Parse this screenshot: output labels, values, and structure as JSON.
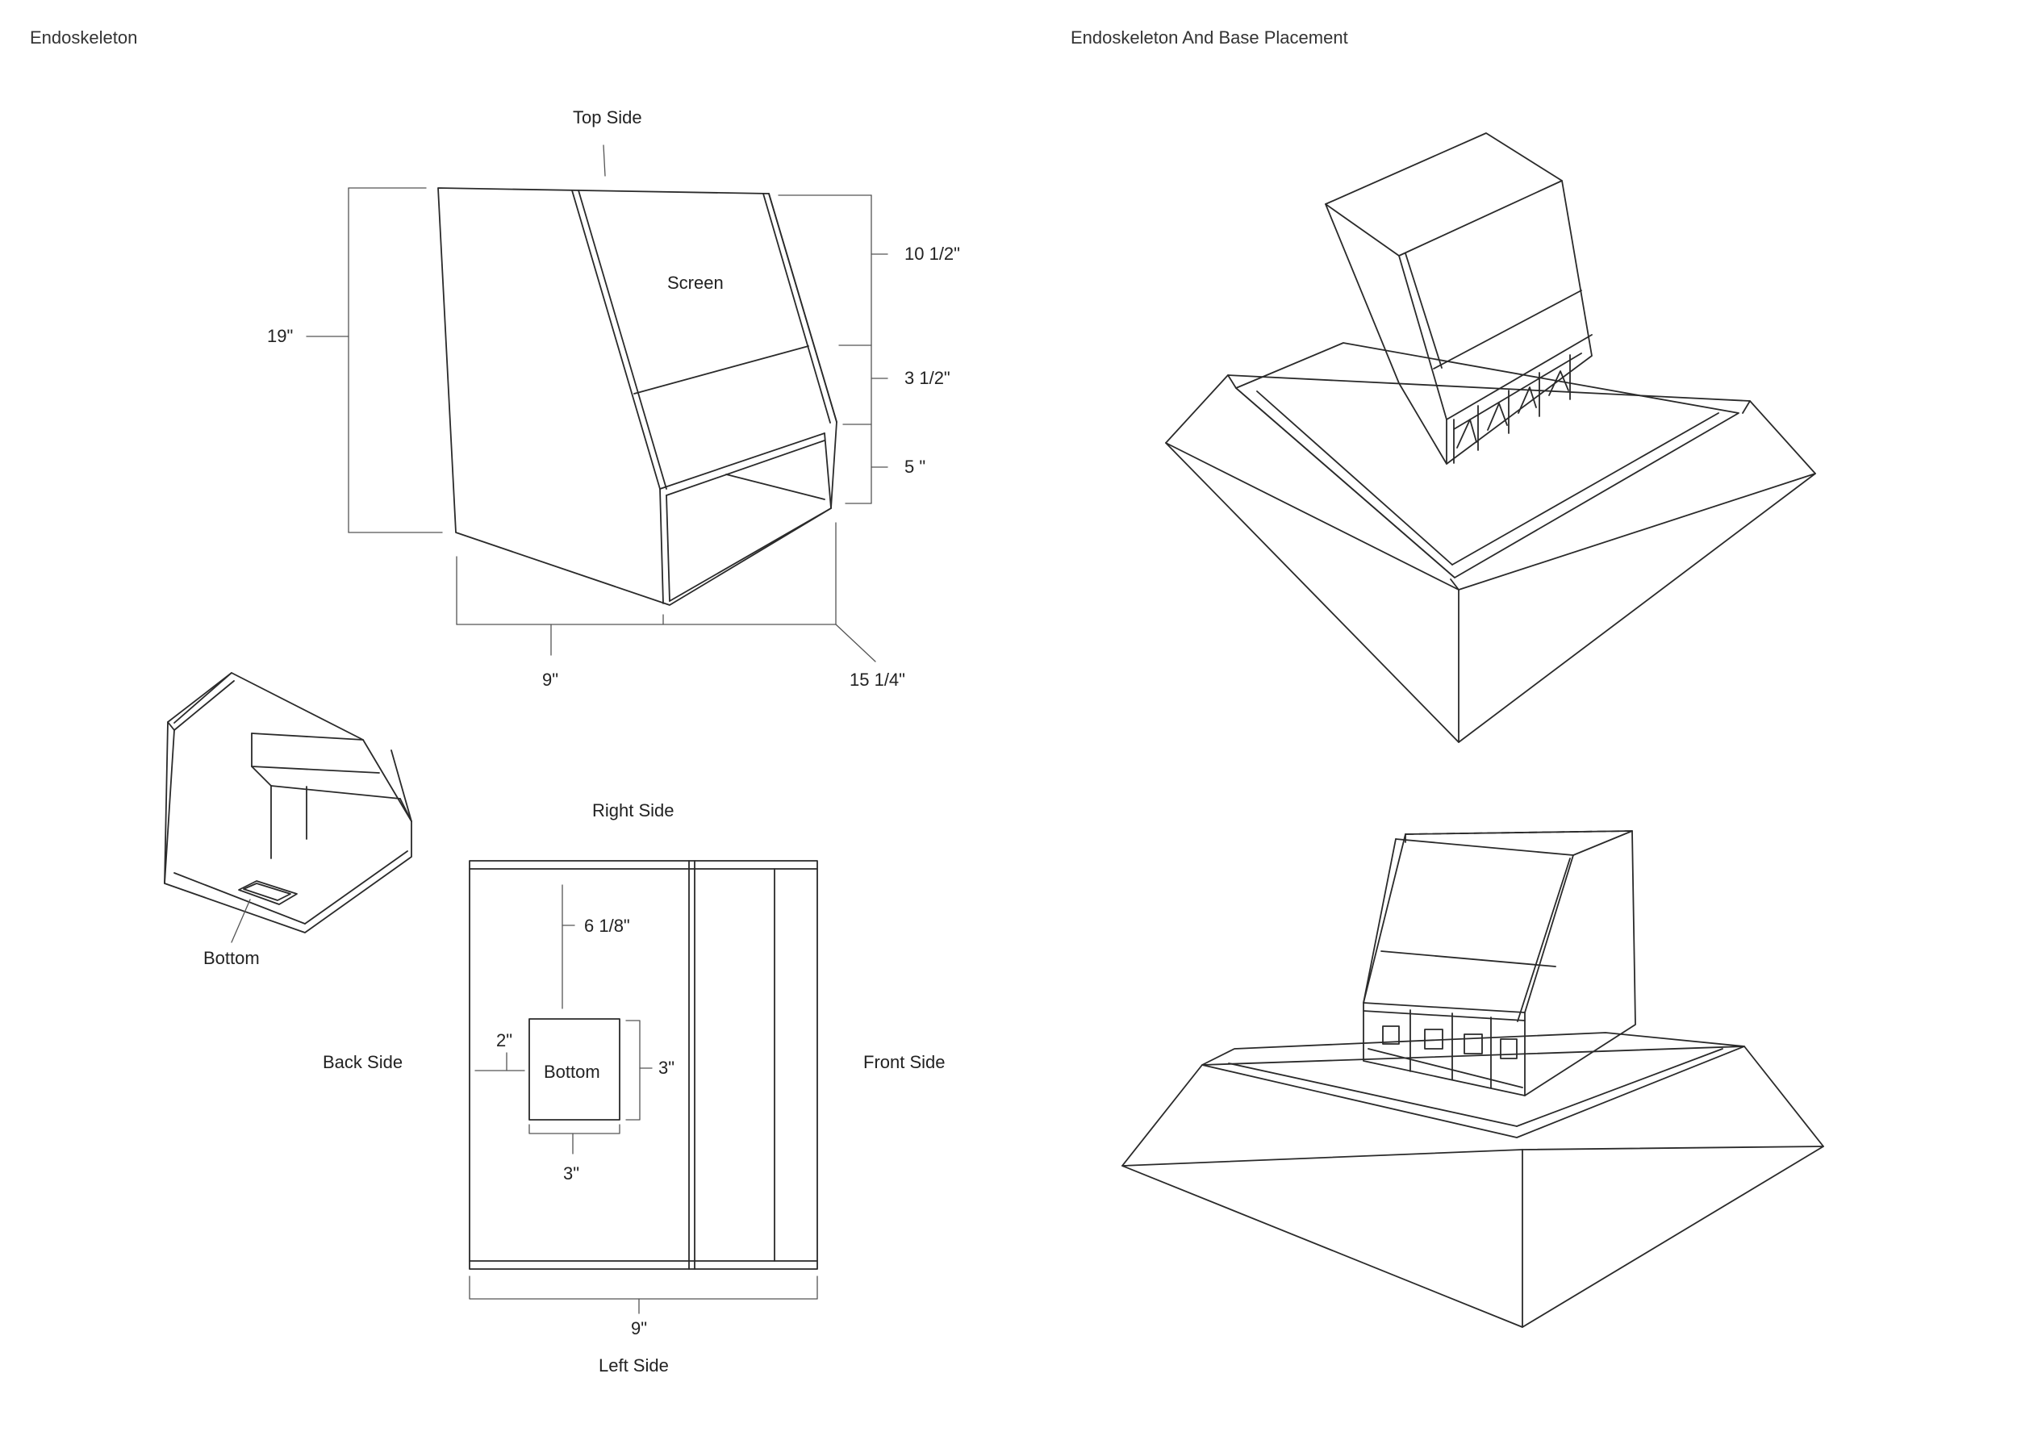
{
  "titles": {
    "left": "Endoskeleton",
    "right": "Endoskeleton And Base Placement"
  },
  "side_view": {
    "top_side": "Top Side",
    "screen": "Screen",
    "height_total": "19\"",
    "dim_screen": "10 1/2\"",
    "dim_middle": "3 1/2\"",
    "dim_lower": "5 \"",
    "depth": "9\"",
    "diagonal": "15 1/4\""
  },
  "iso_small": {
    "bottom_label": "Bottom"
  },
  "plan_view": {
    "right_side": "Right Side",
    "back_side": "Back Side",
    "front_side": "Front Side",
    "left_side": "Left Side",
    "bottom_label": "Bottom",
    "dim_offset_top": "6 1/8\"",
    "dim_offset_left": "2\"",
    "dim_height": "3\"",
    "dim_width": "3\"",
    "dim_total": "9\""
  }
}
